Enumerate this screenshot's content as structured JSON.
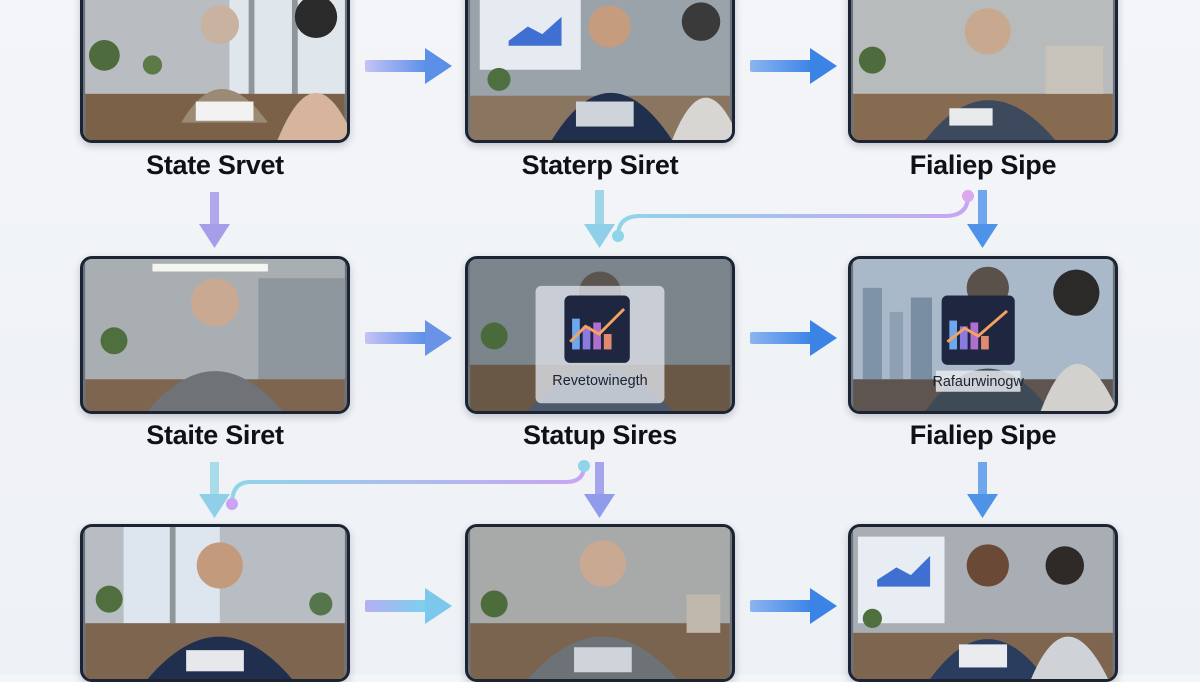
{
  "panels": [
    {
      "id": "p1",
      "label": "State Srvet",
      "variant": "officeA"
    },
    {
      "id": "p2",
      "label": "Staterp Siret",
      "variant": "monitorA"
    },
    {
      "id": "p3",
      "label": "Fialiep Sipe",
      "variant": "officeB"
    },
    {
      "id": "p4",
      "label": "Staite Siret",
      "variant": "officeC"
    },
    {
      "id": "p5",
      "label": "Statup Sires",
      "variant": "chartA",
      "overlay": "Revetowinegth"
    },
    {
      "id": "p6",
      "label": "Fialiep Sipe",
      "variant": "chartB",
      "overlay": "Rafaurwinogw"
    },
    {
      "id": "p7",
      "label": "",
      "variant": "officeD"
    },
    {
      "id": "p8",
      "label": "",
      "variant": "officeE"
    },
    {
      "id": "p9",
      "label": "",
      "variant": "monitorB"
    }
  ],
  "colors": {
    "arrow_purple": "#a9a3ee",
    "arrow_blue": "#4f93e8",
    "arrow_teal": "#8fd0e8",
    "panel_border": "#1c2433"
  }
}
